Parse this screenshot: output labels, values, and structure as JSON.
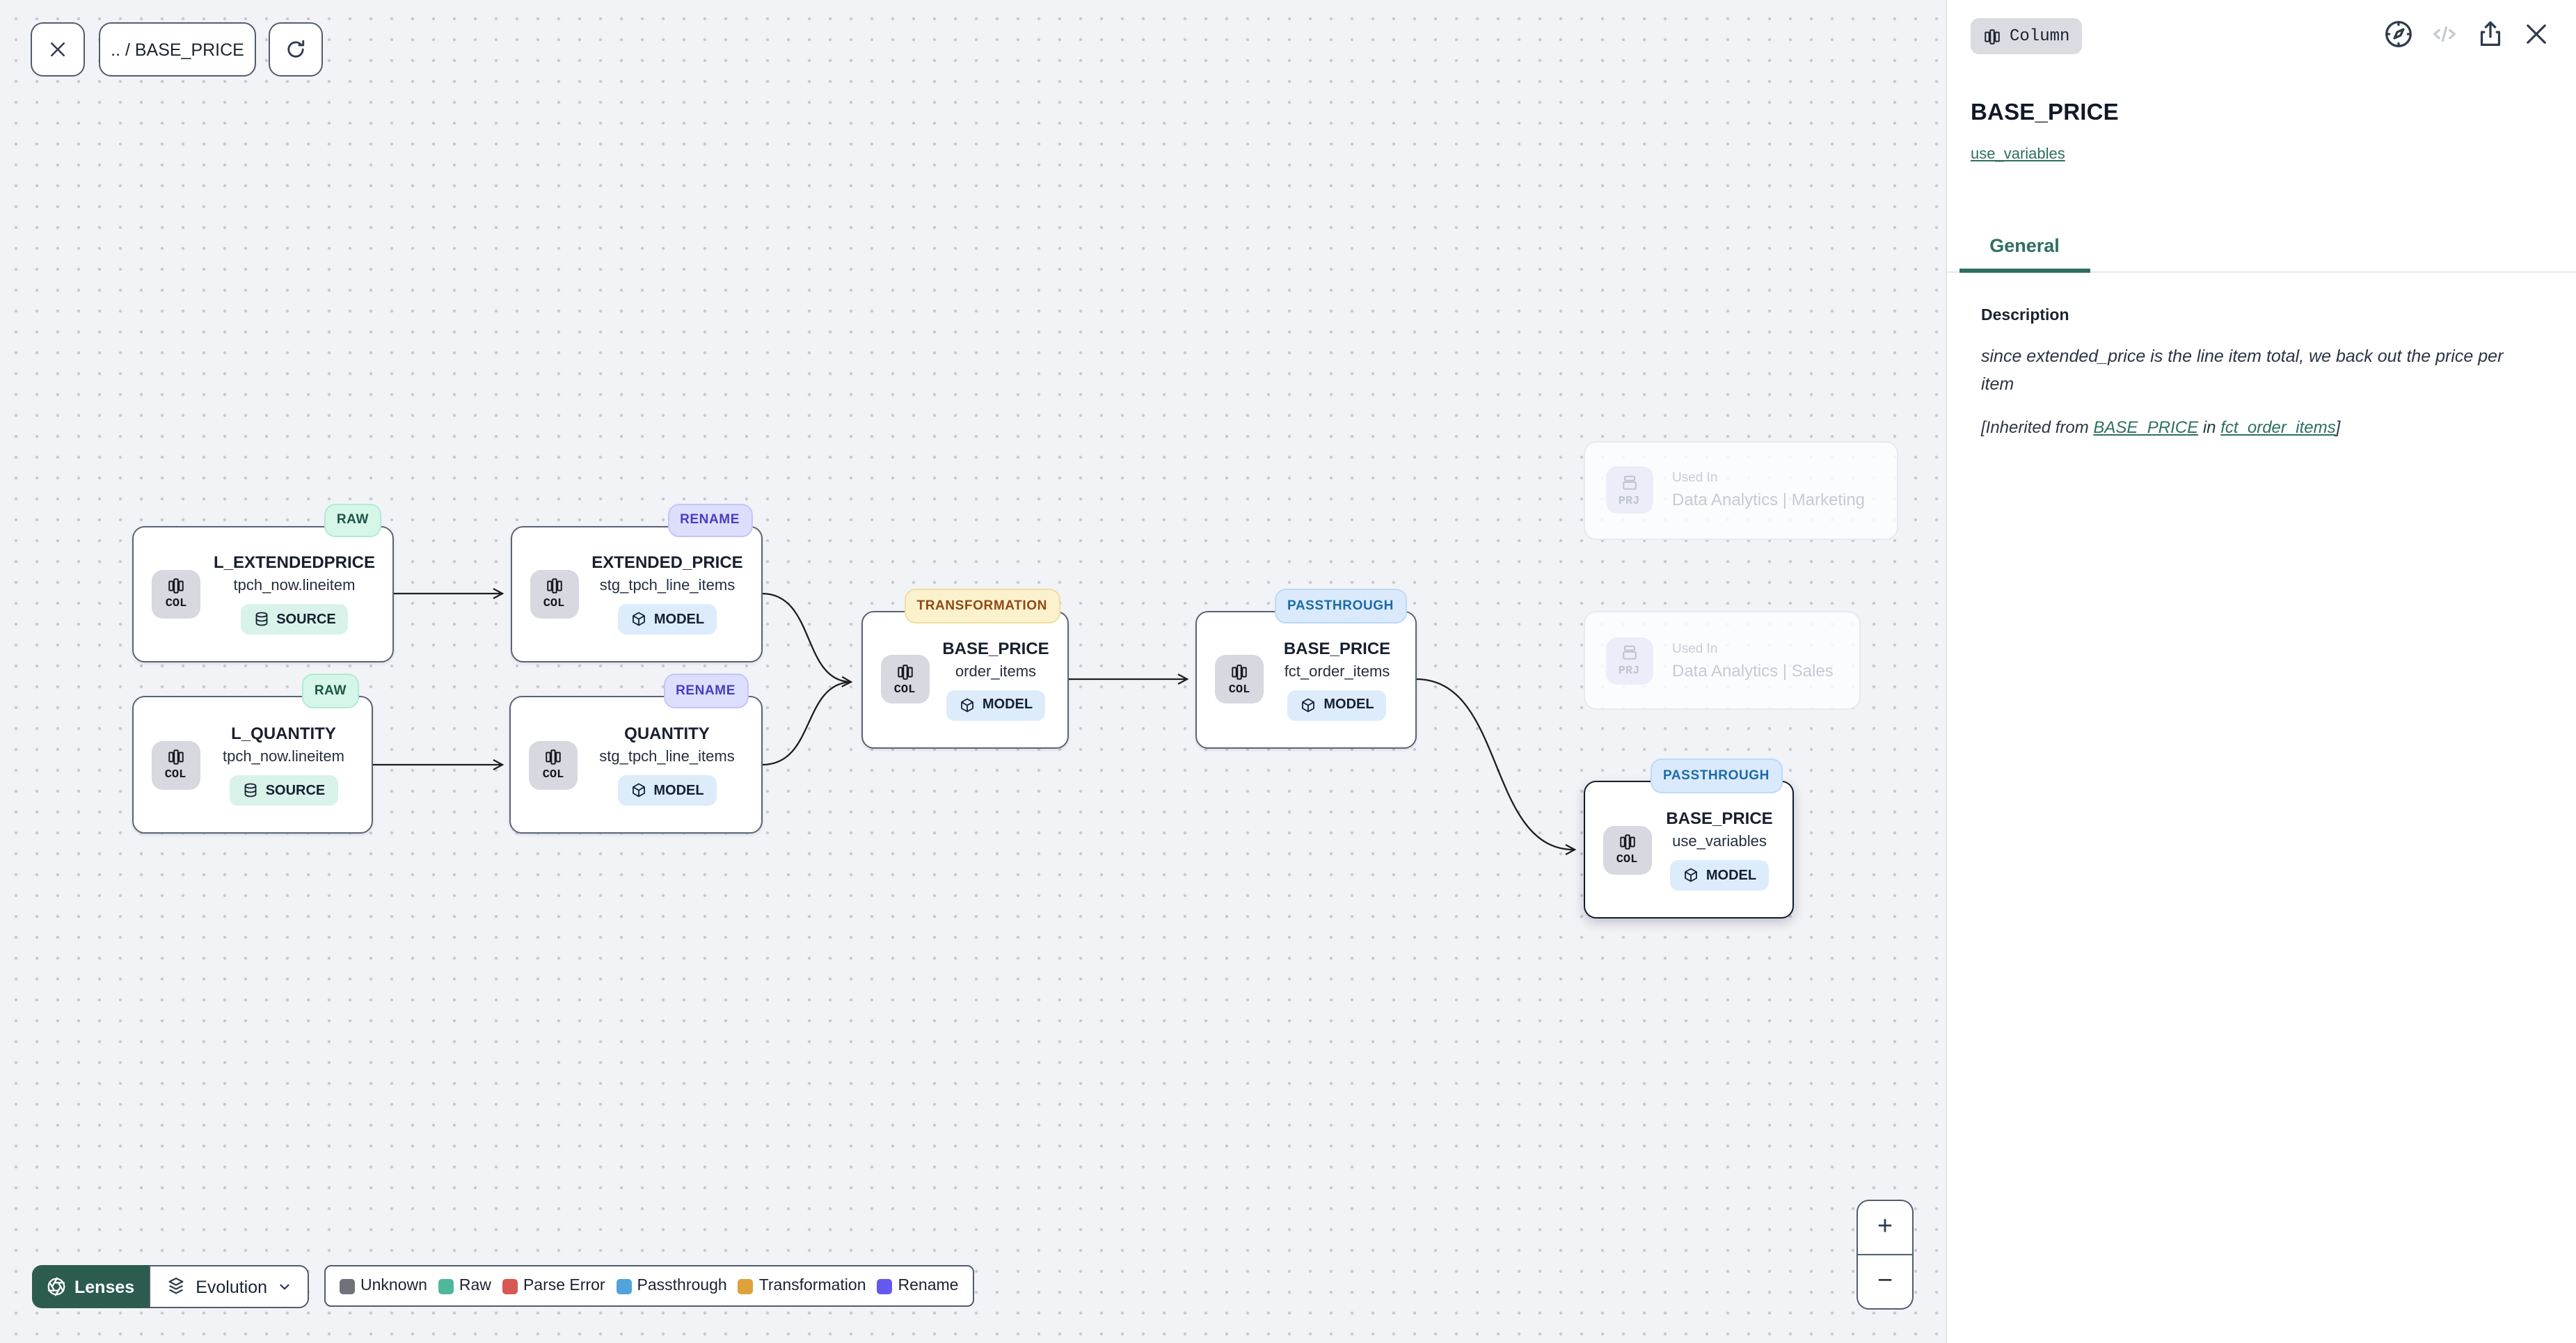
{
  "toolbar": {
    "breadcrumb": ".. / BASE_PRICE"
  },
  "panel": {
    "type_badge": "Column",
    "title": "BASE_PRICE",
    "model_link": "use_variables",
    "tabs": [
      {
        "label": "General"
      }
    ],
    "description": {
      "label": "Description",
      "text": "since extended_price is the line item total, we back out the price per item",
      "inherited_prefix": "[Inherited from ",
      "inherited_link1": "BASE_PRICE",
      "inherited_middle": " in ",
      "inherited_link2": "fct_order_items",
      "inherited_suffix": "]"
    }
  },
  "canvas": {
    "nodes": [
      {
        "badge": "RAW",
        "title": "L_EXTENDEDPRICE",
        "subtitle": "tpch_now.lineitem",
        "kind": "SOURCE",
        "type": "COL"
      },
      {
        "badge": "RENAME",
        "title": "EXTENDED_PRICE",
        "subtitle": "stg_tpch_line_items",
        "kind": "MODEL",
        "type": "COL"
      },
      {
        "badge": "RAW",
        "title": "L_QUANTITY",
        "subtitle": "tpch_now.lineitem",
        "kind": "SOURCE",
        "type": "COL"
      },
      {
        "badge": "RENAME",
        "title": "QUANTITY",
        "subtitle": "stg_tpch_line_items",
        "kind": "MODEL",
        "type": "COL"
      },
      {
        "badge": "TRANSFORMATION",
        "title": "BASE_PRICE",
        "subtitle": "order_items",
        "kind": "MODEL",
        "type": "COL"
      },
      {
        "badge": "PASSTHROUGH",
        "title": "BASE_PRICE",
        "subtitle": "fct_order_items",
        "kind": "MODEL",
        "type": "COL"
      },
      {
        "badge": "PASSTHROUGH",
        "title": "BASE_PRICE",
        "subtitle": "use_variables",
        "kind": "MODEL",
        "type": "COL"
      }
    ],
    "project_nodes": [
      {
        "label": "Used In",
        "value": "Data Analytics | Marketing",
        "type": "PRJ"
      },
      {
        "label": "Used In",
        "value": "Data Analytics | Sales",
        "type": "PRJ"
      }
    ]
  },
  "footer": {
    "lenses_label": "Lenses",
    "lens_selected": "Evolution",
    "legend": [
      {
        "label": "Unknown",
        "color": "#71717a"
      },
      {
        "label": "Raw",
        "color": "#4fb89c"
      },
      {
        "label": "Parse Error",
        "color": "#d95753"
      },
      {
        "label": "Passthrough",
        "color": "#51a3dd"
      },
      {
        "label": "Transformation",
        "color": "#dfa23a"
      },
      {
        "label": "Rename",
        "color": "#6459ef"
      }
    ]
  },
  "zoom_controls": {
    "zoom_in": "+",
    "zoom_out": "−"
  },
  "colors": {
    "accent_teal": "#2e6e62",
    "lenses_button": "#2c5b4f",
    "selected_node_border": "#111b2b"
  }
}
